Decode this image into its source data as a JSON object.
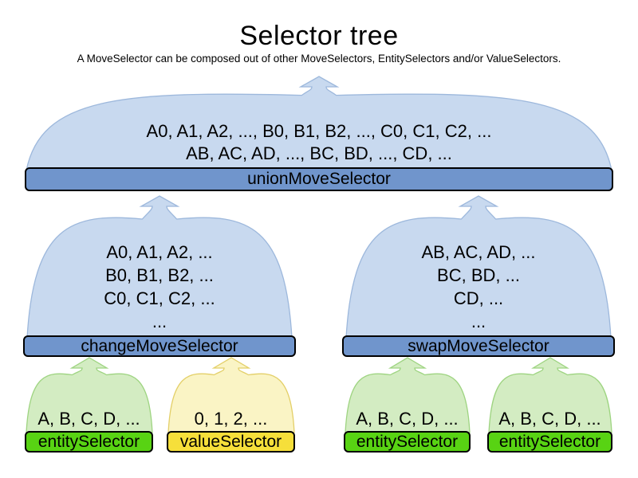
{
  "title": "Selector tree",
  "subtitle": "A MoveSelector can be composed out of other MoveSelectors, EntitySelectors and/or ValueSelectors.",
  "selectors": {
    "union": {
      "label": "unionMoveSelector",
      "lines": [
        "A0, A1, A2, ..., B0, B1, B2, ..., C0, C1, C2, ...",
        "AB, AC, AD, ..., BC, BD, ..., CD, ..."
      ]
    },
    "change": {
      "label": "changeMoveSelector",
      "lines": [
        "A0, A1, A2, ...",
        "B0, B1, B2, ...",
        "C0, C1, C2, ...",
        "..."
      ]
    },
    "swap": {
      "label": "swapMoveSelector",
      "lines": [
        "AB, AC, AD, ...",
        "BC, BD, ...",
        "CD, ...",
        "..."
      ]
    },
    "entity1": {
      "label": "entitySelector",
      "lines": [
        "A, B, C, D, ..."
      ]
    },
    "value1": {
      "label": "valueSelector",
      "lines": [
        "0, 1, 2, ..."
      ]
    },
    "entity2": {
      "label": "entitySelector",
      "lines": [
        "A, B, C, D, ..."
      ]
    },
    "entity3": {
      "label": "entitySelector",
      "lines": [
        "A, B, C, D, ..."
      ]
    }
  },
  "colors": {
    "funnel_blue": "#c8d9ef",
    "funnel_blue_border": "#9db8dc",
    "bar_blue": "#7095cc",
    "funnel_green": "#d3ecc2",
    "funnel_green_border": "#9ed481",
    "bar_green": "#58d313",
    "funnel_yellow": "#faf4c5",
    "funnel_yellow_border": "#e3cf68",
    "bar_yellow": "#f6df3a",
    "text": "#000000"
  }
}
